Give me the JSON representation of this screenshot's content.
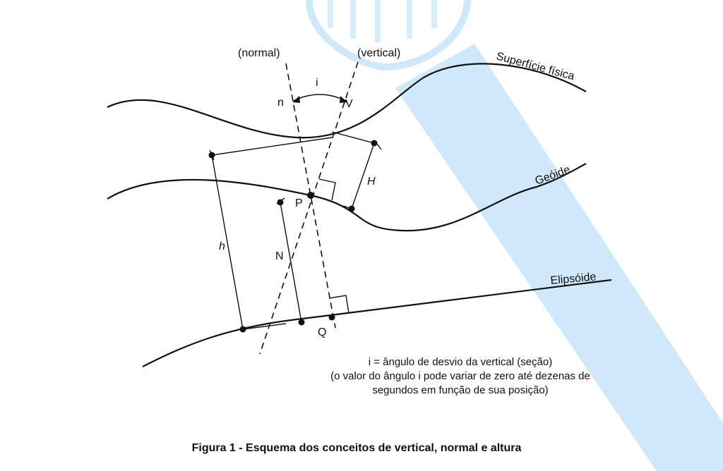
{
  "diagram": {
    "labels": {
      "normal": "(normal)",
      "vertical": "(vertical)",
      "n": "n",
      "v": "V",
      "i": "i",
      "h_big": "H",
      "h_small": "h",
      "p": "P",
      "n_big": "N",
      "q": "Q",
      "superficie": "Superfície física",
      "geoide": "Geóide",
      "elipsoide": "Elipsóide"
    },
    "note": {
      "line1": "i = ângulo de desvio da vertical (seção)",
      "line2": "(o valor do ângulo i pode variar de zero até dezenas de",
      "line3": "segundos em função de sua posição)"
    },
    "caption": "Figura 1 - Esquema dos conceitos de vertical, normal e altura",
    "colors": {
      "line": "#111111",
      "watermark": "#cfe8fa"
    }
  }
}
